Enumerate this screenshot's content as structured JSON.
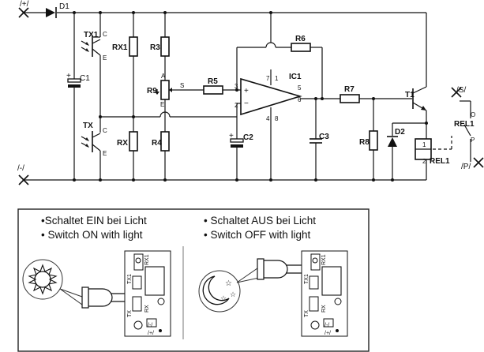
{
  "schematic": {
    "terminals": {
      "plus": "/+/",
      "minus": "/-/",
      "s": "/S/",
      "p": "/P/"
    },
    "components": {
      "d1": "D1",
      "tx1": "TX1",
      "tx": "TX",
      "c1": "C1",
      "c1_pol": "+",
      "rx1": "RX1",
      "rx": "RX",
      "r3": "R3",
      "r4": "R4",
      "r9": "R9",
      "r9_a": "A",
      "r9_e": "E",
      "r9_s": "S",
      "r5": "R5",
      "r6": "R6",
      "r7": "R7",
      "r8": "R8",
      "ic1": "IC1",
      "c2": "C2",
      "c3": "C3",
      "t1": "T1",
      "d2": "D2",
      "rel1": "REL1",
      "rel1_coil": "REL1",
      "rel1_o": "O",
      "rel1_p": "P",
      "coil_1": "1",
      "coil_2": "2"
    },
    "pins": {
      "tx1_c": "C",
      "tx1_e": "E",
      "tx_c": "C",
      "tx_e": "E",
      "ic_3": "3",
      "ic_2": "2",
      "ic_7": "7",
      "ic_1": "1",
      "ic_5": "5",
      "ic_6": "6",
      "ic_4": "4",
      "ic_8": "8",
      "ic_plus": "+",
      "ic_minus": "−"
    }
  },
  "legend": {
    "left_line1": "•Schaltet EIN bei Licht",
    "left_line2": "• Switch ON with light",
    "right_line1": "• Schaltet AUS bei Licht",
    "right_line2": "• Switch OFF with light",
    "pcb": {
      "tx1": "TX1",
      "tx": "TX",
      "rx1": "RX1",
      "rx": "RX",
      "minus": "/-/",
      "plus": "/+/"
    }
  }
}
